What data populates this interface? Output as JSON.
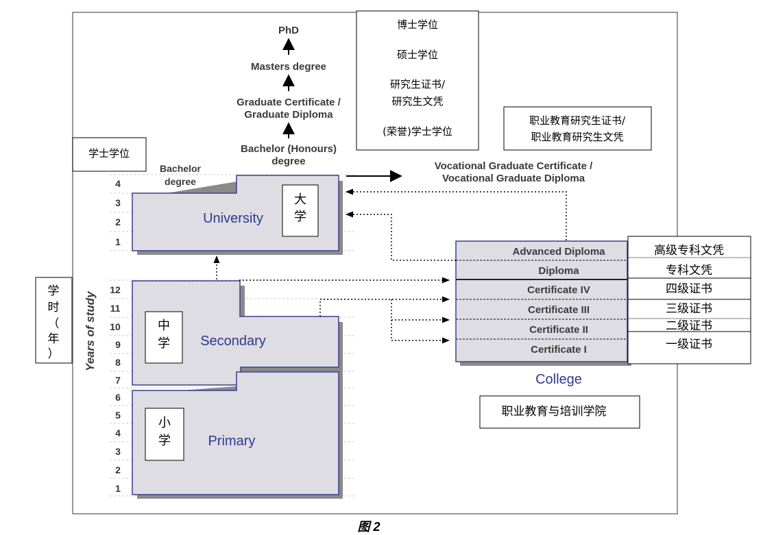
{
  "figure_caption": "图 2",
  "y_axis_label": "Years of study",
  "year_numbers_upper": [
    "4",
    "3",
    "2",
    "1"
  ],
  "year_numbers_lower": [
    "12",
    "11",
    "10",
    "9",
    "8",
    "7",
    "6",
    "5",
    "4",
    "3",
    "2",
    "1"
  ],
  "university": {
    "label": "University",
    "bachelor_label_line1": "Bachelor",
    "bachelor_label_line2": "degree"
  },
  "secondary": {
    "label": "Secondary"
  },
  "primary": {
    "label": "Primary"
  },
  "college": {
    "label": "College",
    "levels": [
      "Advanced Diploma",
      "Diploma",
      "Certificate IV",
      "Certificate III",
      "Certificate II",
      "Certificate I"
    ]
  },
  "pathway": {
    "phd": "PhD",
    "masters": "Masters degree",
    "grad_cert_line1": "Graduate Certificate /",
    "grad_cert_line2": "Graduate Diploma",
    "honours_line1": "Bachelor (Honours)",
    "honours_line2": "degree",
    "vocational_line1": "Vocational Graduate Certificate /",
    "vocational_line2": "Vocational Graduate Diploma"
  },
  "annotations": {
    "degrees_cn": [
      "博士学位",
      "硕士学位",
      "研究生证书/",
      "研究生文凭",
      "(荣誉)学士学位"
    ],
    "vocational_cn": [
      "职业教育研究生证书/",
      "职业教育研究生文凭"
    ],
    "bachelor_cn": "学士学位",
    "years_cn": [
      "学",
      "时",
      "（",
      "年",
      "）"
    ],
    "university_cn": [
      "大",
      "学"
    ],
    "secondary_cn": [
      "中",
      "学"
    ],
    "primary_cn": [
      "小",
      "学"
    ],
    "college_cn": "职业教育与培训学院",
    "college_levels_cn": [
      "高级专科文凭",
      "专科文凭",
      "四级证书",
      "三级证书",
      "二级证书",
      "一级证书"
    ]
  }
}
